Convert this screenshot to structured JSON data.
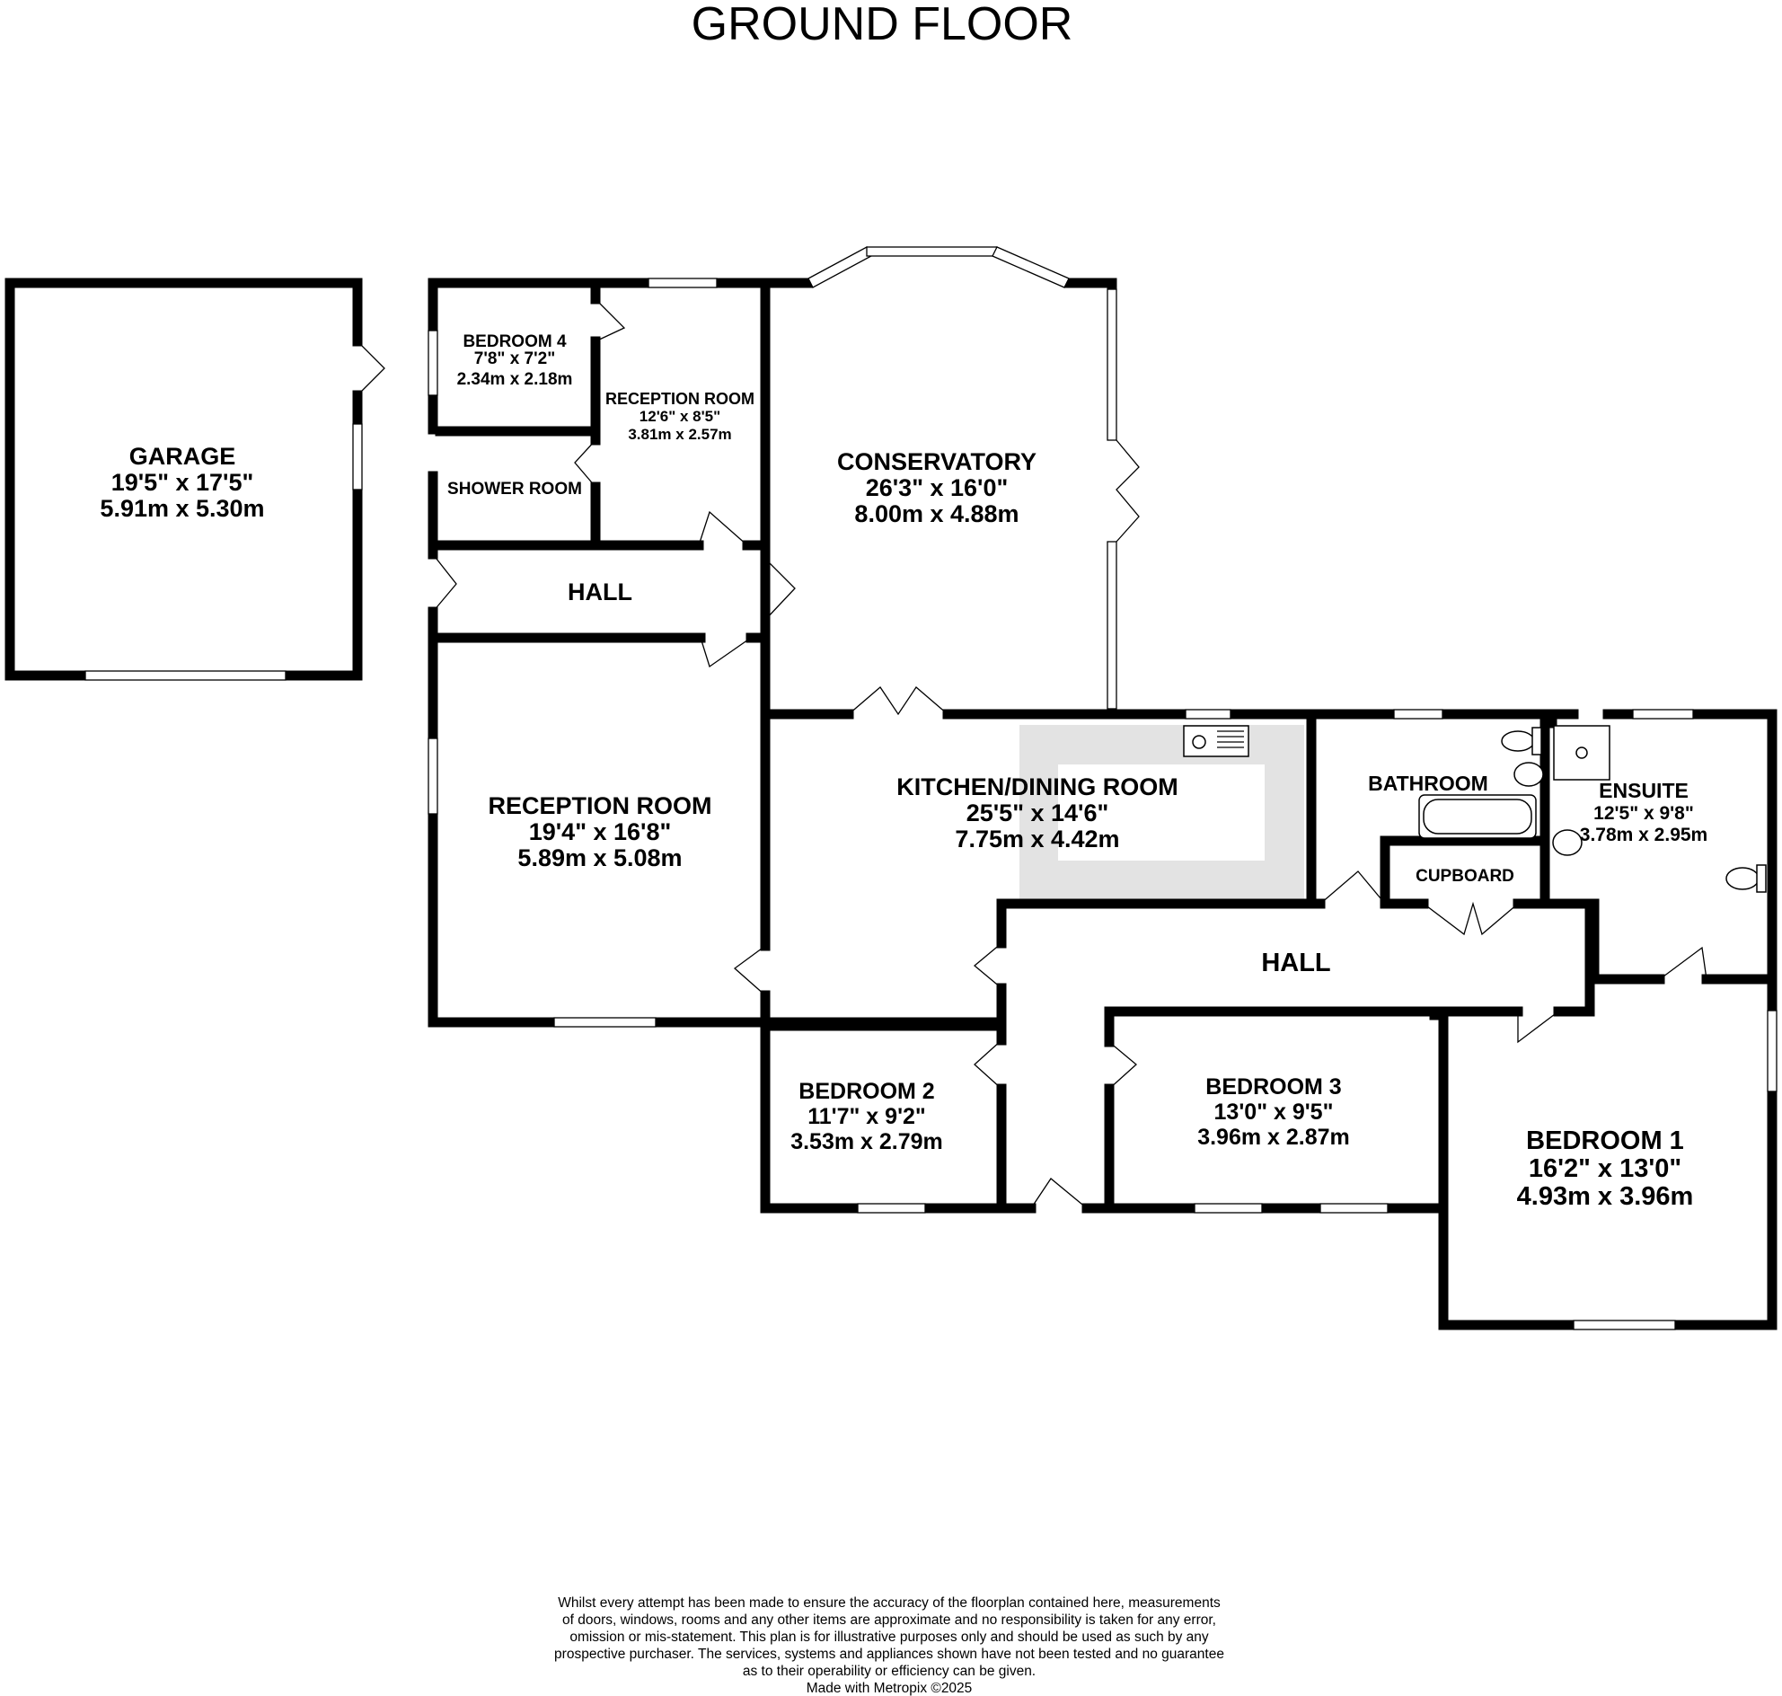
{
  "plan": {
    "title": "GROUND FLOOR",
    "colors": {
      "wall": "#000000",
      "island": "#e3e3e3",
      "background": "#ffffff"
    },
    "rooms": {
      "garage": {
        "name": "GARAGE",
        "dim_imperial": "19'5\"  x 17'5\"",
        "dim_metric": "5.91m  x 5.30m"
      },
      "bedroom4": {
        "name": "BEDROOM 4",
        "dim_imperial": "7'8\"  x 7'2\"",
        "dim_metric": "2.34m  x 2.18m"
      },
      "reception_small": {
        "name": "RECEPTION ROOM",
        "dim_imperial": "12'6\"  x 8'5\"",
        "dim_metric": "3.81m  x 2.57m"
      },
      "shower_room": {
        "name": "SHOWER ROOM"
      },
      "hall_upper": {
        "name": "HALL"
      },
      "conservatory": {
        "name": "CONSERVATORY",
        "dim_imperial": "26'3\"  x 16'0\"",
        "dim_metric": "8.00m  x 4.88m"
      },
      "reception_main": {
        "name": "RECEPTION ROOM",
        "dim_imperial": "19'4\"  x 16'8\"",
        "dim_metric": "5.89m  x 5.08m"
      },
      "kitchen": {
        "name": "KITCHEN/DINING ROOM",
        "dim_imperial": "25'5\"  x 14'6\"",
        "dim_metric": "7.75m  x 4.42m"
      },
      "bathroom": {
        "name": "BATHROOM"
      },
      "ensuite": {
        "name": "ENSUITE",
        "dim_imperial": "12'5\"  x 9'8\"",
        "dim_metric": "3.78m  x 2.95m"
      },
      "cupboard": {
        "name": "CUPBOARD"
      },
      "hall_lower": {
        "name": "HALL"
      },
      "bedroom2": {
        "name": "BEDROOM 2",
        "dim_imperial": "11'7\"  x 9'2\"",
        "dim_metric": "3.53m  x 2.79m"
      },
      "bedroom3": {
        "name": "BEDROOM 3",
        "dim_imperial": "13'0\"  x 9'5\"",
        "dim_metric": "3.96m  x 2.87m"
      },
      "bedroom1": {
        "name": "BEDROOM 1",
        "dim_imperial": "16'2\"  x 13'0\"",
        "dim_metric": "4.93m  x 3.96m"
      }
    },
    "disclaimer": [
      "Whilst every attempt has been made to ensure the accuracy of the floorplan contained here, measurements",
      "of doors, windows, rooms and any other items are approximate and no responsibility is taken for any error,",
      "omission or mis-statement. This plan is for illustrative purposes only and should be used as such by any",
      "prospective purchaser. The services, systems and appliances shown have not been tested and no guarantee",
      "as to their operability or efficiency can be given."
    ],
    "credit": "Made with Metropix ©2025"
  }
}
